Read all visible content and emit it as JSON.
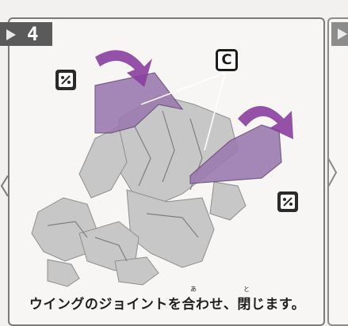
{
  "step": {
    "number": "4"
  },
  "callouts": {
    "part_letter": "C"
  },
  "instruction": {
    "text": "ウイングのジョイントを合わせ、閉じます。",
    "furigana": [
      "あ",
      "と"
    ]
  },
  "colors": {
    "wing": "#9c7bb0",
    "arrow": "#8a3f9e",
    "robot": "#c7c7c7",
    "tab": "#5a5a5a"
  },
  "icons": [
    "step-arrow-icon",
    "sticker-icon",
    "fold-arrow-icon"
  ]
}
